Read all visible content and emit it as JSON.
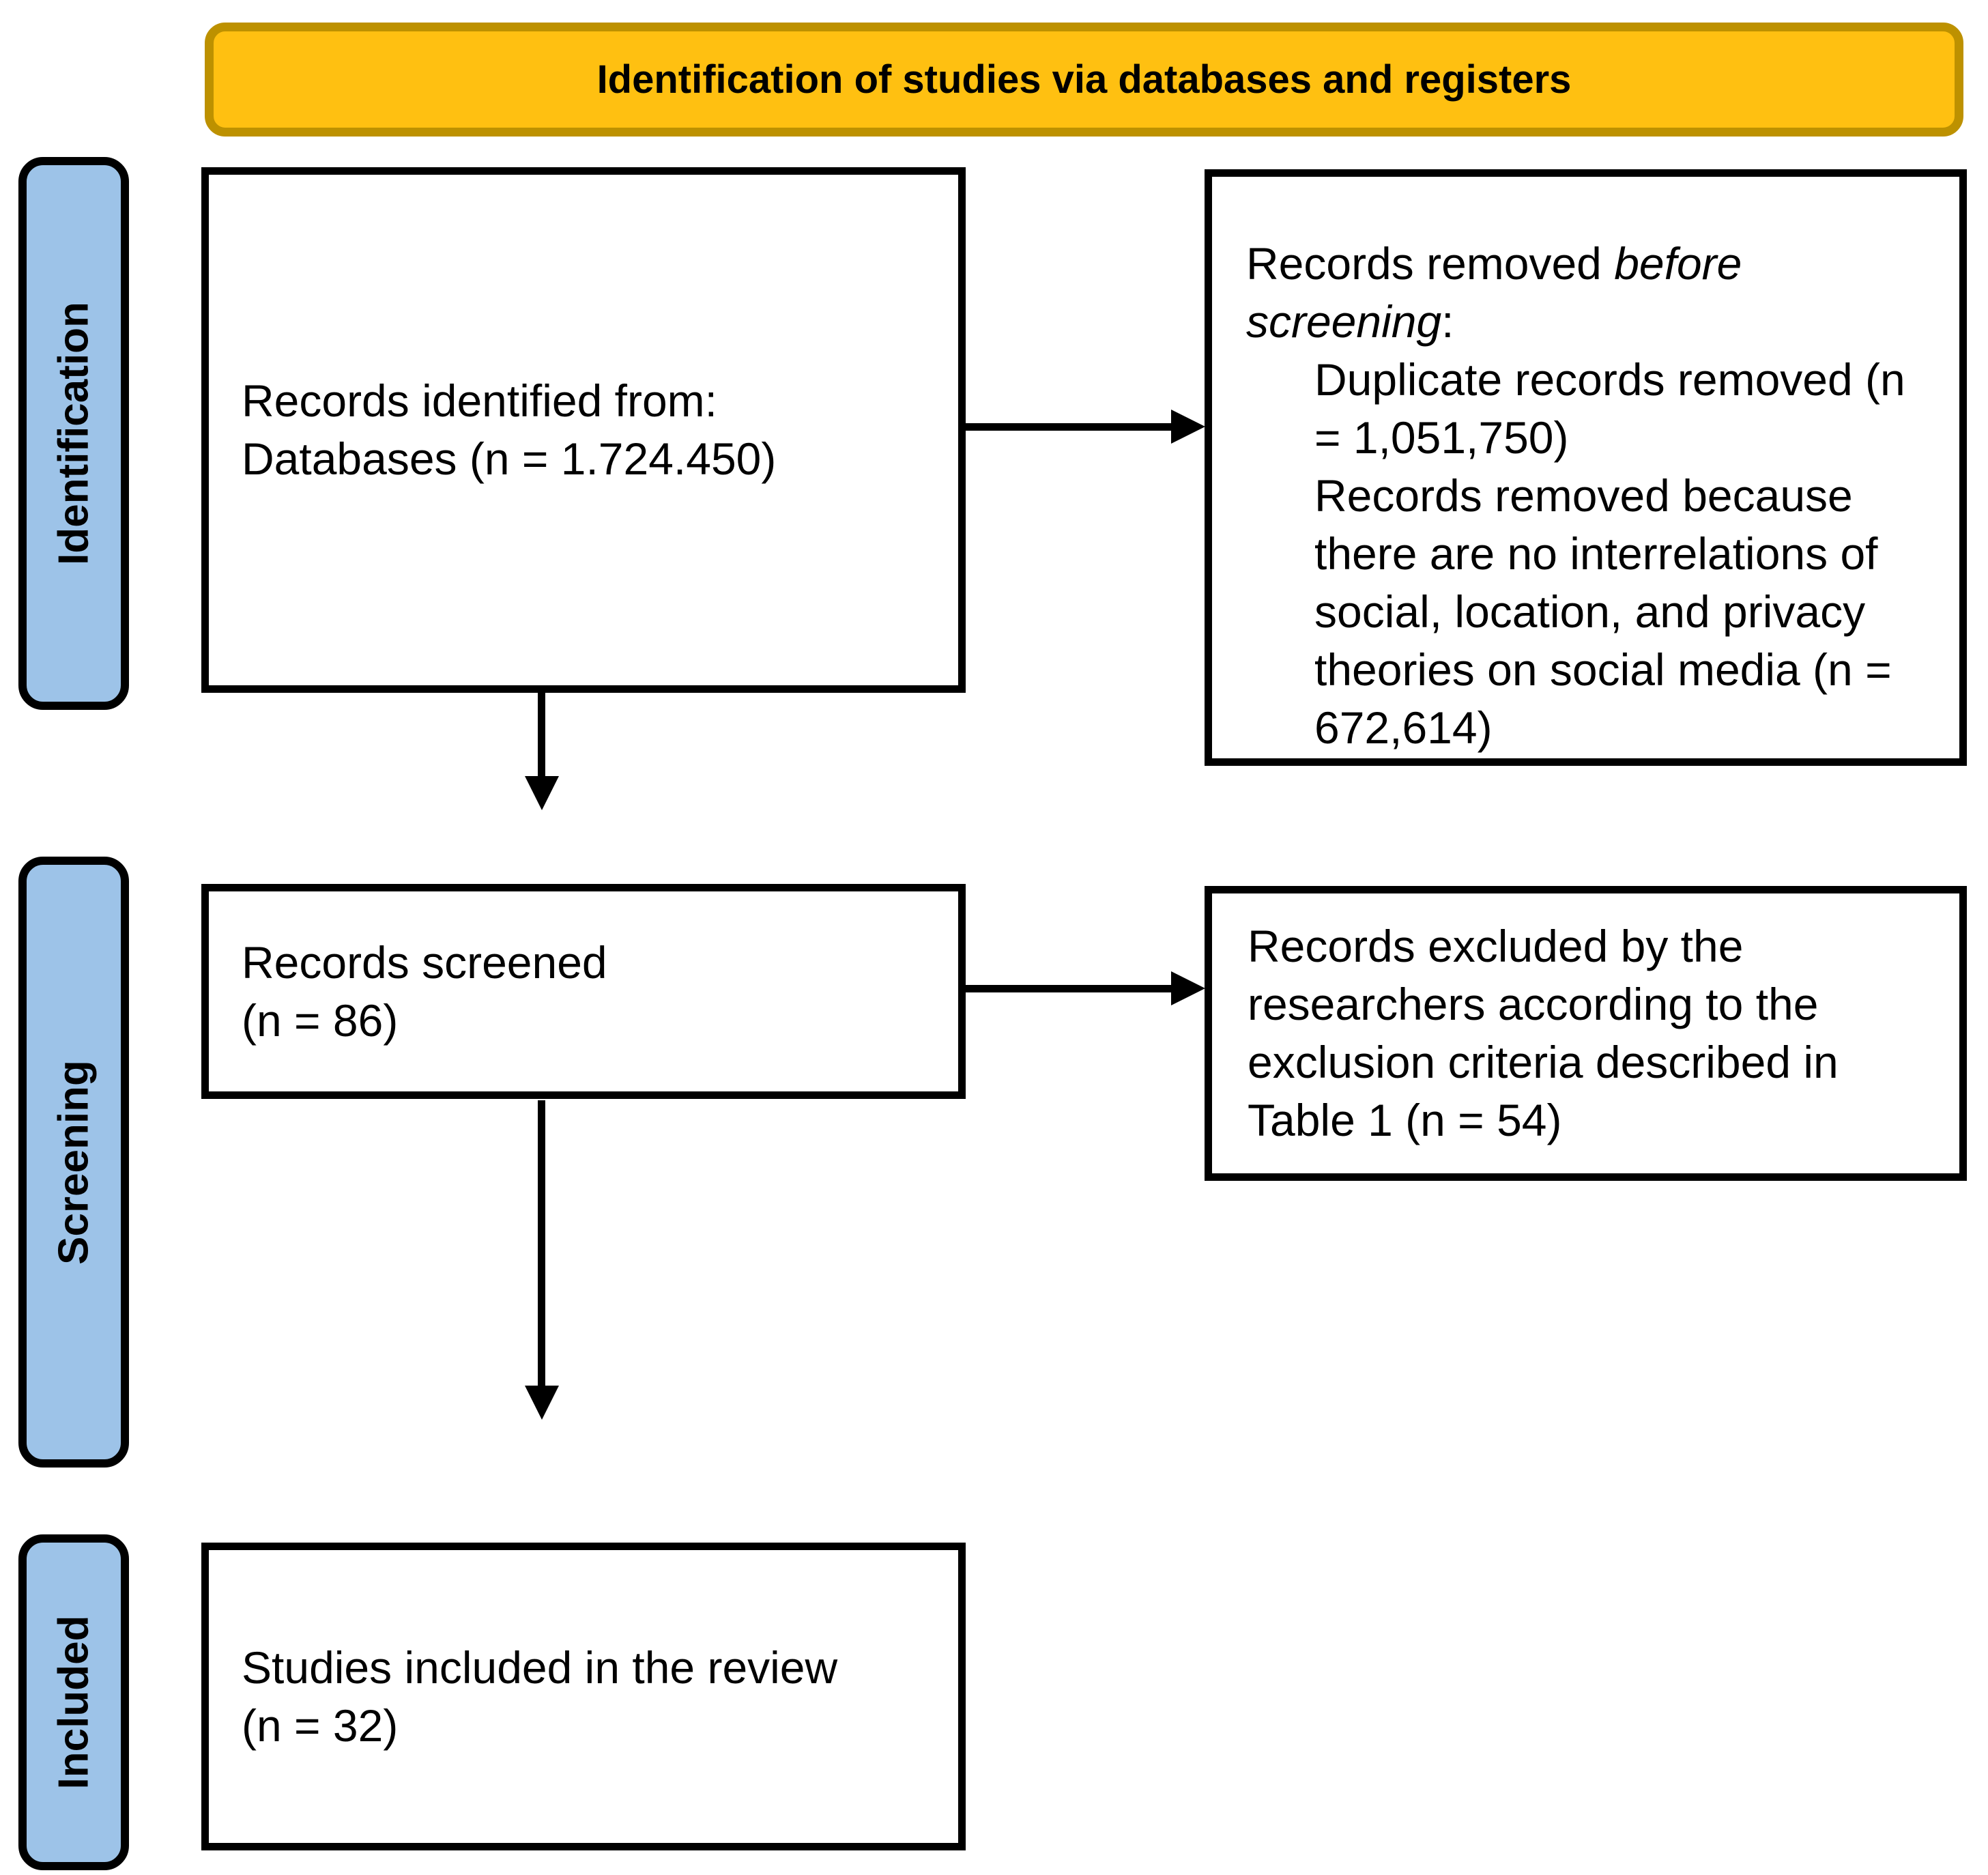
{
  "banner": {
    "title": "Identification of studies via databases and registers"
  },
  "stages": [
    {
      "label": "Identification"
    },
    {
      "label": "Screening"
    },
    {
      "label": "Included"
    }
  ],
  "boxes": {
    "records_identified": {
      "line1": "Records identified from:",
      "line2": "Databases (n = 1.724.450)"
    },
    "records_removed": {
      "intro_regular": "Records removed ",
      "intro_italic": "before screening",
      "intro_suffix": ":",
      "items": [
        "Duplicate records removed (n = 1,051,750)",
        "Records removed because there are no interrelations of social, location, and privacy theories on social media (n = 672,614)"
      ]
    },
    "records_screened": {
      "line1": "Records screened",
      "line2": "(n = 86)"
    },
    "records_excluded": {
      "text": "Records excluded by the researchers according to the exclusion criteria described in Table 1 (n = 54)"
    },
    "studies_included": {
      "line1": "Studies included in the review",
      "line2": "(n = 32)"
    }
  },
  "colors": {
    "banner_fill": "#FFC011",
    "banner_border": "#BD9100",
    "stage_fill": "#9DC3E8",
    "stage_border": "#000000",
    "box_border": "#000000",
    "arrow_color": "#000000",
    "text_color": "#000000"
  }
}
